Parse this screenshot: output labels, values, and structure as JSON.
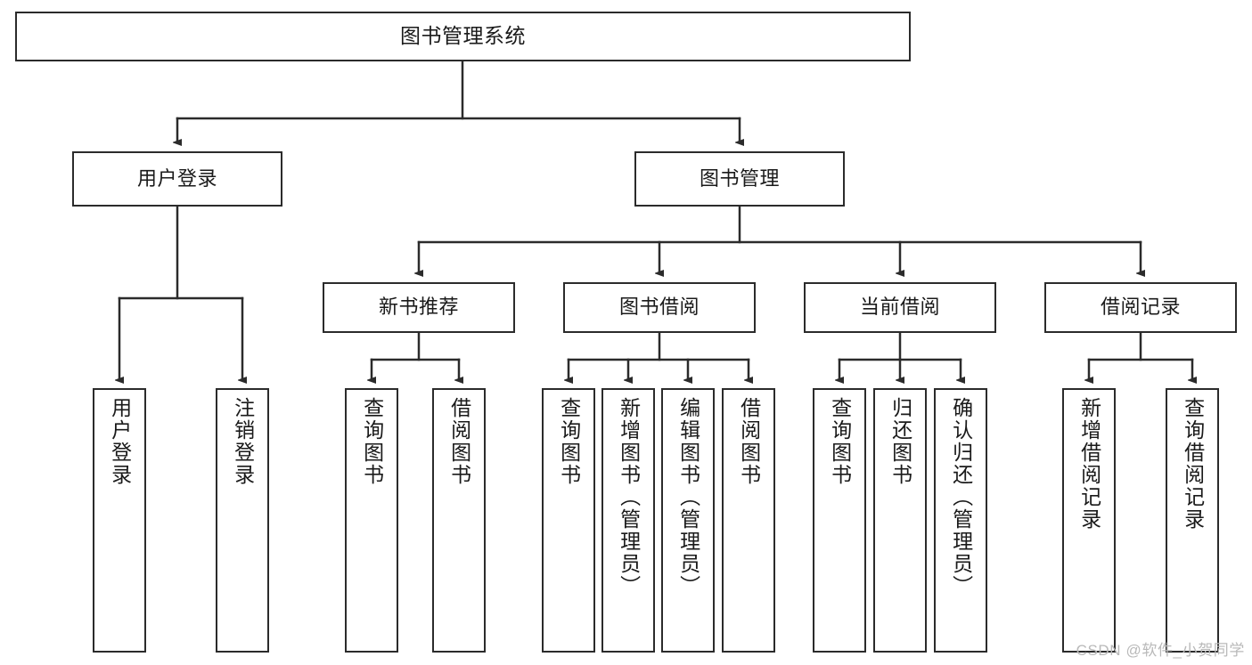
{
  "diagram": {
    "type": "tree",
    "title": "图书管理系统",
    "watermark": "CSDN @软件_小贺同学",
    "colors": {
      "box_border": "#2b2b2b",
      "box_fill": "#ffffff",
      "connector": "#2b2b2b",
      "text": "#1a1a1a",
      "watermark": "#b9b9b9"
    },
    "nodes": {
      "root": {
        "label": "图书管理系统"
      },
      "level2": [
        {
          "id": "user-login",
          "label": "用户登录"
        },
        {
          "id": "book-management",
          "label": "图书管理"
        }
      ],
      "level3": [
        {
          "id": "new-book-recommend",
          "label": "新书推荐"
        },
        {
          "id": "book-borrow",
          "label": "图书借阅"
        },
        {
          "id": "current-borrow",
          "label": "当前借阅"
        },
        {
          "id": "borrow-record",
          "label": "借阅记录"
        }
      ],
      "leaves": {
        "user-login": [
          {
            "id": "leaf-user-login",
            "label": "用户登录"
          },
          {
            "id": "leaf-logout-login",
            "label": "注销登录"
          }
        ],
        "new-book-recommend": [
          {
            "id": "leaf-query-book-1",
            "label": "查询图书"
          },
          {
            "id": "leaf-borrow-book-1",
            "label": "借阅图书"
          }
        ],
        "book-borrow": [
          {
            "id": "leaf-query-book-2",
            "label": "查询图书"
          },
          {
            "id": "leaf-add-book",
            "label": "新增图书（管理员）"
          },
          {
            "id": "leaf-edit-book",
            "label": "编辑图书（管理员）"
          },
          {
            "id": "leaf-borrow-book-2",
            "label": "借阅图书"
          }
        ],
        "current-borrow": [
          {
            "id": "leaf-query-book-3",
            "label": "查询图书"
          },
          {
            "id": "leaf-return-book",
            "label": "归还图书"
          },
          {
            "id": "leaf-confirm-return",
            "label": "确认归还（管理员）"
          }
        ],
        "borrow-record": [
          {
            "id": "leaf-add-borrow-record",
            "label": "新增借阅记录"
          },
          {
            "id": "leaf-query-borrow-record",
            "label": "查询借阅记录"
          }
        ]
      }
    }
  }
}
